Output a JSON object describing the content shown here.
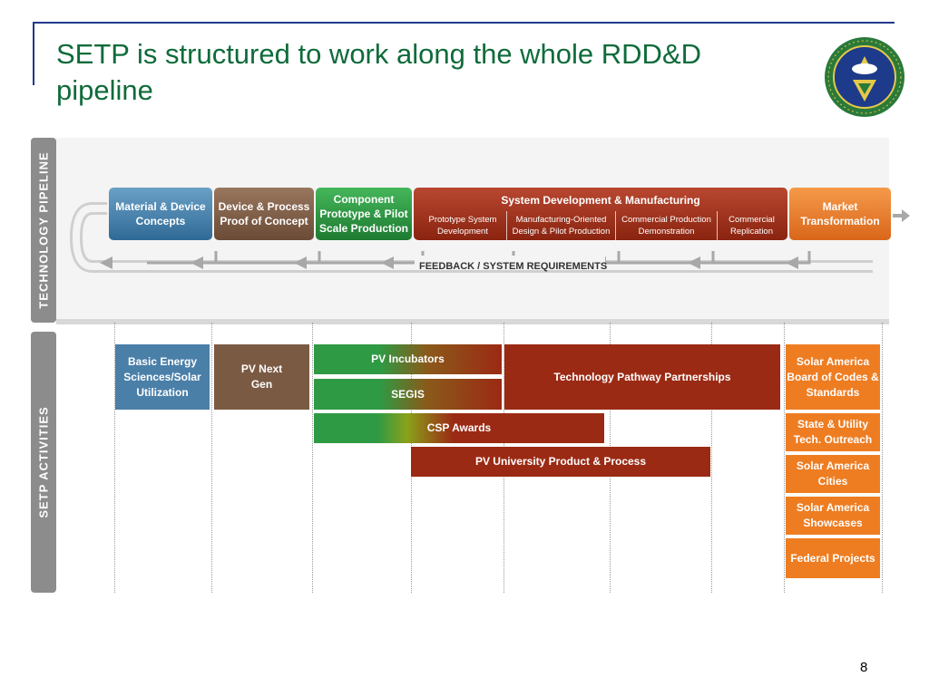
{
  "title": "SETP is structured to work along the whole RDD&D pipeline",
  "page_number": "8",
  "side_labels": {
    "pipeline": "TECHNOLOGY PIPELINE",
    "activities": "SETP ACTIVITIES"
  },
  "stages": [
    "Material & Device Concepts",
    "Device & Process Proof of Concept",
    "Component Prototype & Pilot Scale Production",
    "System Development & Manufacturing",
    "Market Transformation"
  ],
  "substages": [
    "Prototype System Development",
    "Manufacturing-Oriented Design & Pilot Production",
    "Commercial Production Demonstration",
    "Commercial Replication"
  ],
  "feedback": "FEEDBACK / SYSTEM REQUIREMENTS",
  "activities": {
    "basic_energy": "Basic Energy Sciences/Solar Utilization",
    "pv_next_gen": "PV Next Gen",
    "pv_incubators": "PV Incubators",
    "segis": "SEGIS",
    "tpp": "Technology Pathway Partnerships",
    "csp_awards": "CSP Awards",
    "pv_university": "PV University Product & Process",
    "codes": "Solar America Board of Codes & Standards",
    "outreach": "State & Utility Tech. Outreach",
    "cities": "Solar America Cities",
    "showcases": "Solar America Showcases",
    "federal": "Federal Projects"
  },
  "colors": {
    "title": "#0f6b3a",
    "blue": "#4a7fa8",
    "brown": "#7b5a44",
    "green": "#2e9a44",
    "red": "#9b2a14",
    "orange": "#ee7d22"
  }
}
